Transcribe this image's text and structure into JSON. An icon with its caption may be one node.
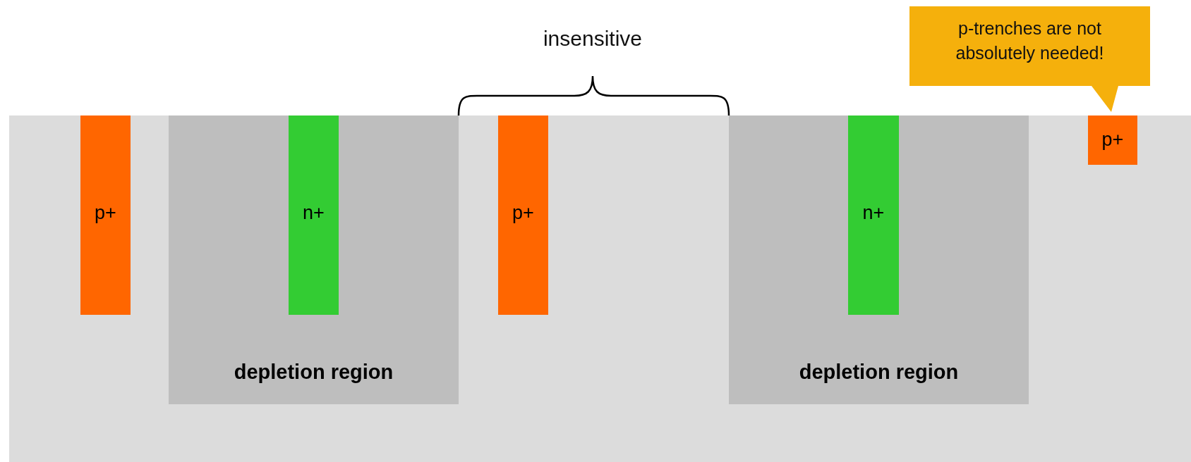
{
  "diagram": {
    "nodes": [
      {
        "text": [
          "p-trenches are not absolutely needed!"
        ]
      },
      {
        "text": [
          "p+"
        ]
      },
      {
        "text": [
          "depletion region"
        ]
      },
      {
        "text": [
          "n+"
        ],
        "in": 2
      },
      {
        "text": [
          "p+"
        ]
      },
      {
        "text": [
          "depletion region"
        ]
      },
      {
        "text": [
          "n+"
        ],
        "in": 5
      },
      {
        "text": [
          "p+"
        ]
      }
    ],
    "labels": [
      "insensitive"
    ]
  }
}
